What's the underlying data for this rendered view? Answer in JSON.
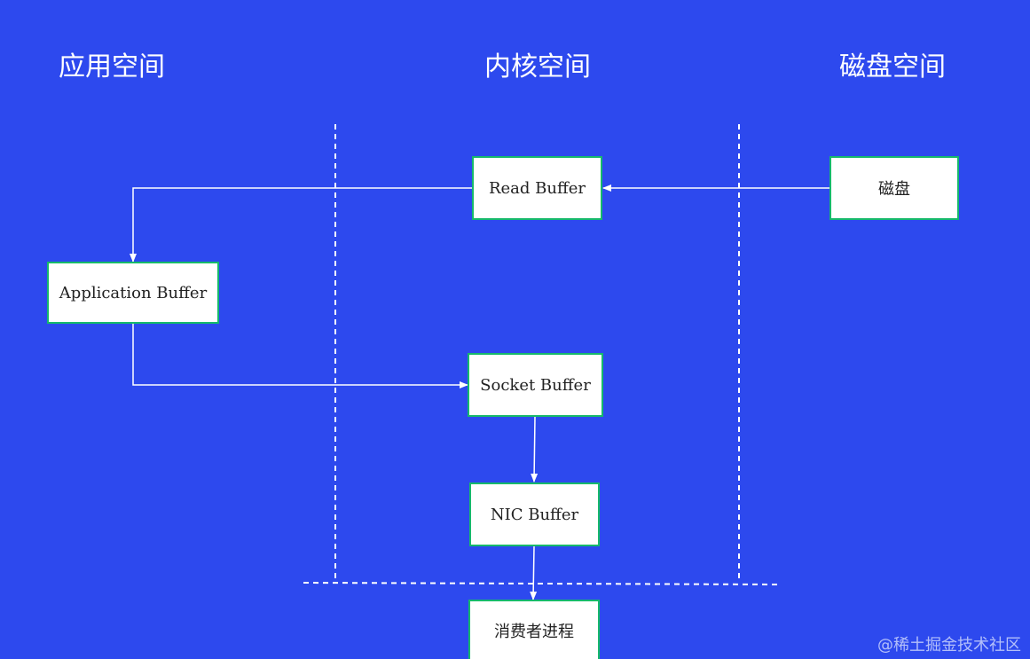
{
  "colors": {
    "background": "#2d49ee",
    "node_fill": "#ffffff",
    "node_border": "#16b96b",
    "line": "#ffffff"
  },
  "zones": {
    "app_space": "应用空间",
    "kernel_space": "内核空间",
    "disk_space": "磁盘空间"
  },
  "nodes": {
    "read_buffer": "Read Buffer",
    "disk": "磁盘",
    "application_buffer": "Application Buffer",
    "socket_buffer": "Socket Buffer",
    "nic_buffer": "NIC Buffer",
    "consumer_process": "消费者进程"
  },
  "watermark": "@稀土掘金技术社区"
}
